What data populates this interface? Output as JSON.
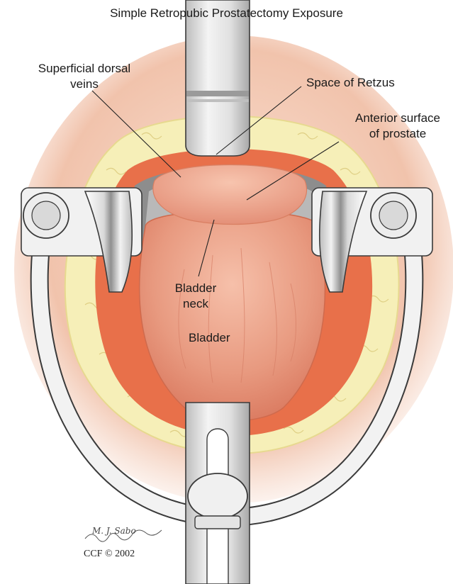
{
  "title": "Simple Retropubic Prostatectomy Exposure",
  "labels": {
    "superficial_dorsal_veins_line1": "Superficial dorsal",
    "superficial_dorsal_veins_line2": "veins",
    "space_of_retzus": "Space of Retzus",
    "anterior_surface_line1": "Anterior surface",
    "anterior_surface_line2": "of prostate",
    "bladder_neck_line1": "Bladder",
    "bladder_neck_line2": "neck",
    "bladder": "Bladder"
  },
  "credits": {
    "signature": "M. J. Sabo",
    "copyright": "CCF © 2002"
  },
  "colors": {
    "skin": "#f0bfa8",
    "fat": "#f6efb8",
    "tissue_edge": "#e8704a",
    "bladder": "#e69a82",
    "prostate": "#eba58c",
    "retractor_metal": "#e4e4e4",
    "retractor_shadow": "#9c9c9c"
  }
}
